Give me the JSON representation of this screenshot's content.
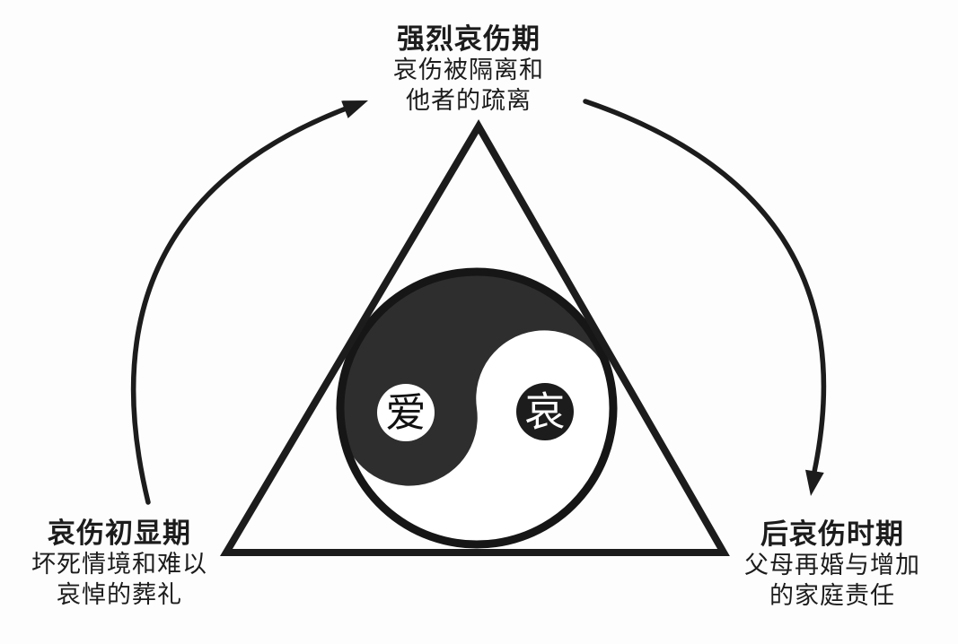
{
  "diagram": {
    "stages": {
      "top": {
        "title": "强烈哀伤期",
        "subtitle_lines": [
          "哀伤被隔离和",
          "他者的疏离"
        ]
      },
      "bottom_left": {
        "title": "哀伤初显期",
        "subtitle_lines": [
          "坏死情境和难以",
          "哀悼的葬礼"
        ]
      },
      "bottom_right": {
        "title": "后哀伤时期",
        "subtitle_lines": [
          "父母再婚与增加",
          "的家庭责任"
        ]
      }
    },
    "yinyang": {
      "left_char": "爱",
      "right_char": "哀"
    },
    "colors": {
      "ink": "#1c1c1c",
      "outline_black": "#161616",
      "dark_fill": "#2e2e2e",
      "background": "#fdfdfd",
      "white": "#ffffff"
    }
  }
}
